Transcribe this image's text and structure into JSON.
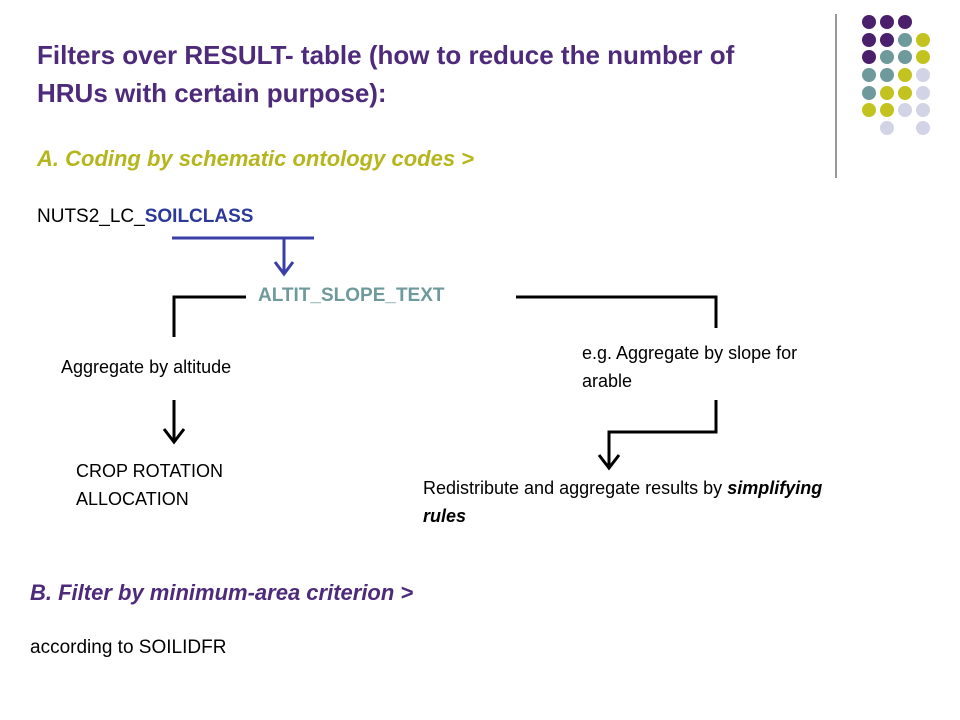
{
  "title": "Filters over RESULT- table (how to reduce the number of HRUs with certain purpose):",
  "section_a": "A. Coding by schematic ontology codes >",
  "code_line": {
    "prefix": "NUTS2_LC_",
    "highlight": "SOILCLASS"
  },
  "altit_label": "ALTIT_SLOPE_TEXT",
  "branch_left": {
    "label": "Aggregate by altitude",
    "result": "CROP ROTATION ALLOCATION"
  },
  "branch_right": {
    "label": "e.g. Aggregate by slope for arable",
    "result_prefix": "Redistribute and aggregate results by ",
    "result_emphasis": "simplifying rules"
  },
  "section_b": "B. Filter by minimum-area criterion >",
  "footer_text": "according to SOILIDFR",
  "colors": {
    "title": "#4e2a7a",
    "section_a": "#b5b51c",
    "section_b": "#4e2a7a",
    "altit": "#6f9a9b",
    "highlight": "#2b3a9a",
    "arrow_blue": "#3a3fa8",
    "dot_purple": "#4a1f6b",
    "dot_teal": "#6f9a9b",
    "dot_yellow": "#c3c31f",
    "dot_lavender": "#d3d3e6"
  }
}
